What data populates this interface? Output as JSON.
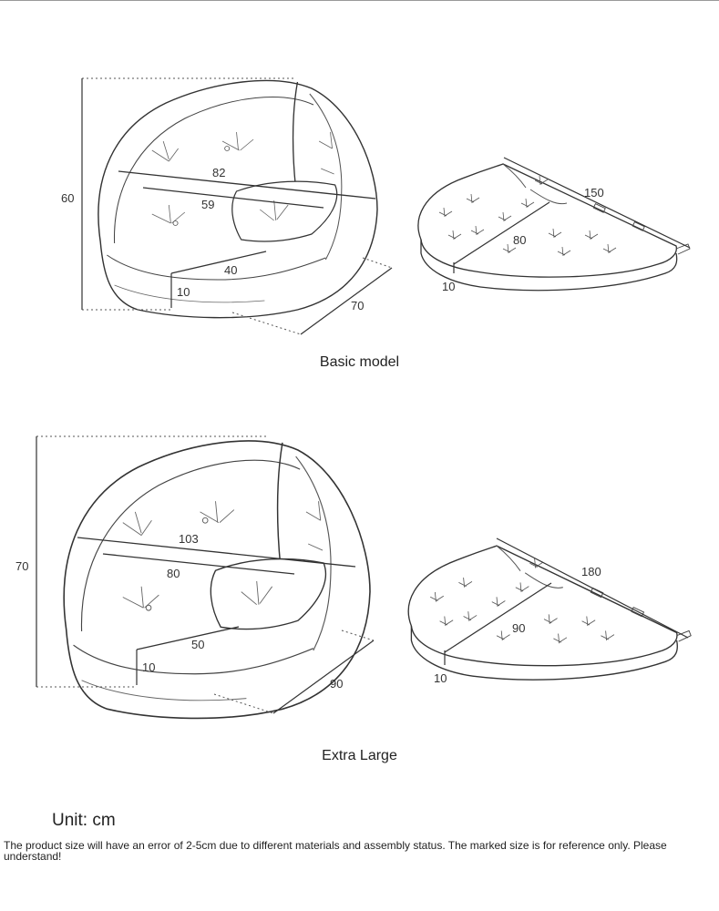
{
  "models": [
    {
      "caption": "Basic model",
      "chair": {
        "height": "60",
        "width": "82",
        "seat_width": "59",
        "seat_depth": "40",
        "seat_thickness": "10",
        "depth": "70"
      },
      "cushion": {
        "length": "150",
        "width": "80",
        "thickness": "10"
      }
    },
    {
      "caption": "Extra Large",
      "chair": {
        "height": "70",
        "width": "103",
        "seat_width": "80",
        "seat_depth": "50",
        "seat_thickness": "10",
        "depth": "90"
      },
      "cushion": {
        "length": "180",
        "width": "90",
        "thickness": "10"
      }
    }
  ],
  "unit_label": "Unit: cm",
  "disclaimer": "The product size will have an error of 2-5cm due to different materials and assembly status. The marked size is for reference only. Please understand!",
  "colors": {
    "line": "#333333",
    "background": "#ffffff"
  }
}
